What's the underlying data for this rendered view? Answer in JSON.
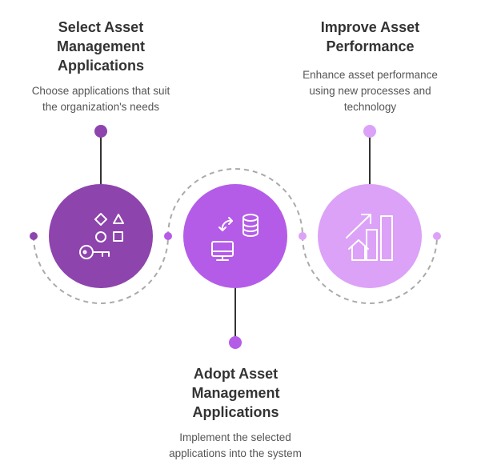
{
  "steps": [
    {
      "title": "Select Asset\nManagement\nApplications",
      "description": "Choose applications that suit\nthe organization's needs",
      "color": "#8e44ad",
      "icon": "shapes-and-key-icon"
    },
    {
      "title": "Adopt Asset\nManagement\nApplications",
      "description": "Implement the selected\napplications into the system",
      "color": "#b45ce8",
      "icon": "computer-database-sync-icon"
    },
    {
      "title": "Improve Asset\nPerformance",
      "description": "Enhance asset performance\nusing new processes and\ntechnology",
      "color": "#dca2f7",
      "icon": "growth-chart-house-icon"
    }
  ],
  "colors": {
    "connector": "#333333",
    "dashed_arc": "#aaaaaa",
    "icon_stroke": "#ffffff"
  }
}
